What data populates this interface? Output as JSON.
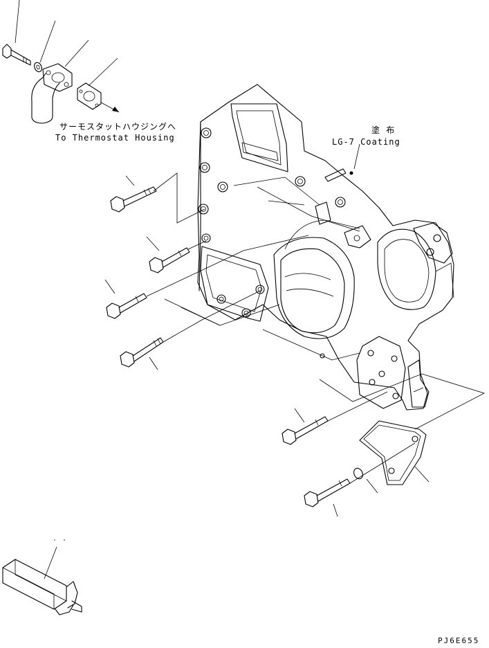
{
  "labels": {
    "thermostat_jp": "サーモスタットハウジングへ",
    "thermostat_en": "To Thermostat Housing",
    "coating_jp": "塗 布",
    "coating_en": "LG-7 Coating",
    "drawing_code": "PJ6E655"
  }
}
